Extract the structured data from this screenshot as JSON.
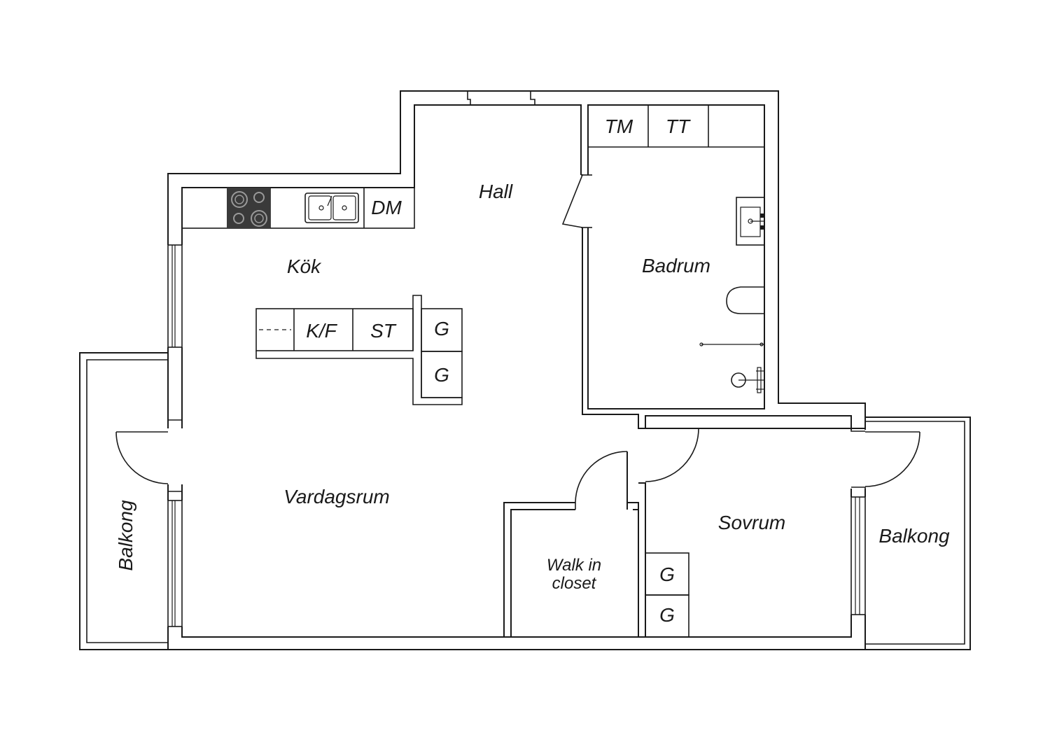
{
  "rooms": {
    "hall": "Hall",
    "kitchen": "Kök",
    "bathroom": "Badrum",
    "living_room": "Vardagsrum",
    "bedroom": "Sovrum",
    "walk_in_closet_line1": "Walk in",
    "walk_in_closet_line2": "closet",
    "balcony_left": "Balkong",
    "balcony_right": "Balkong"
  },
  "fixtures": {
    "washing_machine": "TM",
    "tumble_dryer": "TT",
    "dishwasher": "DM",
    "fridge_freezer": "K/F",
    "wardrobe_top": "ST",
    "closet_kitchen_1": "G",
    "closet_kitchen_2": "G",
    "closet_bedroom_1": "G",
    "closet_bedroom_2": "G"
  },
  "colors": {
    "line": "#1a1a1a",
    "stove": "#3a3a3a",
    "background": "#ffffff"
  }
}
